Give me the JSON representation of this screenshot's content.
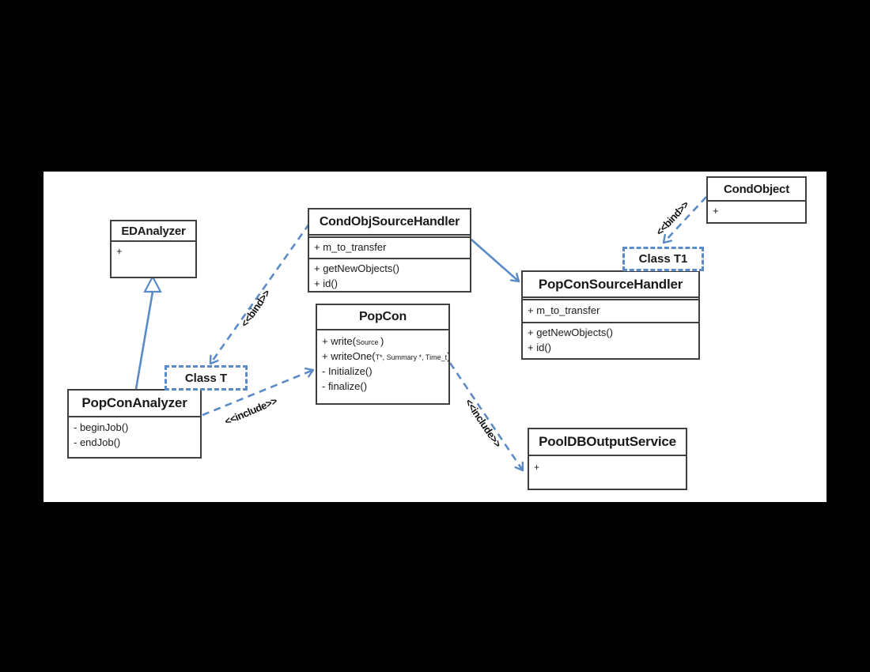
{
  "diagram": {
    "kind": "uml-class-diagram",
    "colors": {
      "background": "#000000",
      "canvas": "#ffffff",
      "box_border": "#3f3f3f",
      "accent_blue": "#5b8bc6",
      "text": "#1a1a1a"
    }
  },
  "classes": {
    "edanalyzer": {
      "title": "EDAnalyzer",
      "attributes": [
        "+"
      ]
    },
    "condobjsourcehandler": {
      "title": "CondObjSourceHandler",
      "attributes": [
        "+ m_to_transfer"
      ],
      "methods": [
        "+ getNewObjects()",
        "+ id()"
      ]
    },
    "condobject": {
      "title": "CondObject",
      "attributes": [
        "+"
      ]
    },
    "class_t1": {
      "title": "Class T1"
    },
    "popconsourcehandler": {
      "title": "PopConSourceHandler",
      "attributes": [
        "+ m_to_transfer"
      ],
      "methods": [
        "+ getNewObjects()",
        "+ id()"
      ]
    },
    "popcon": {
      "title": "PopCon",
      "methods": [
        {
          "t1": "+ write(",
          "small": "Source ",
          "t2": ")"
        },
        {
          "t1": "+ writeOne(",
          "small": "T*, Summary *, Time_t",
          "t2": ")"
        },
        {
          "t1": "- Initialize()",
          "small": "",
          "t2": ""
        },
        {
          "t1": "- finalize()",
          "small": "",
          "t2": ""
        }
      ]
    },
    "class_t": {
      "title": "Class T"
    },
    "popconanalyzer": {
      "title": "PopConAnalyzer",
      "methods": [
        "- beginJob()",
        "- endJob()"
      ]
    },
    "pooldboutputservice": {
      "title": "PoolDBOutputService",
      "attributes": [
        "+"
      ]
    }
  },
  "labels": {
    "bind1": "<<bind>>",
    "bind2": "<<bind>>",
    "include1": "<<include>>",
    "include2": "<<include>>"
  },
  "relationships": [
    {
      "type": "generalization",
      "from": "PopConAnalyzer",
      "to": "EDAnalyzer",
      "label": ""
    },
    {
      "type": "dependency",
      "from": "CondObjSourceHandler",
      "to": "Class T",
      "label": "<<bind>>"
    },
    {
      "type": "dependency",
      "from": "CondObject",
      "to": "Class T1",
      "label": "<<bind>>"
    },
    {
      "type": "association",
      "from": "CondObjSourceHandler",
      "to": "PopConSourceHandler",
      "label": ""
    },
    {
      "type": "dependency",
      "from": "PopConAnalyzer",
      "to": "PopCon",
      "label": "<<include>>"
    },
    {
      "type": "dependency",
      "from": "PopCon",
      "to": "PoolDBOutputService",
      "label": "<<include>>"
    }
  ]
}
